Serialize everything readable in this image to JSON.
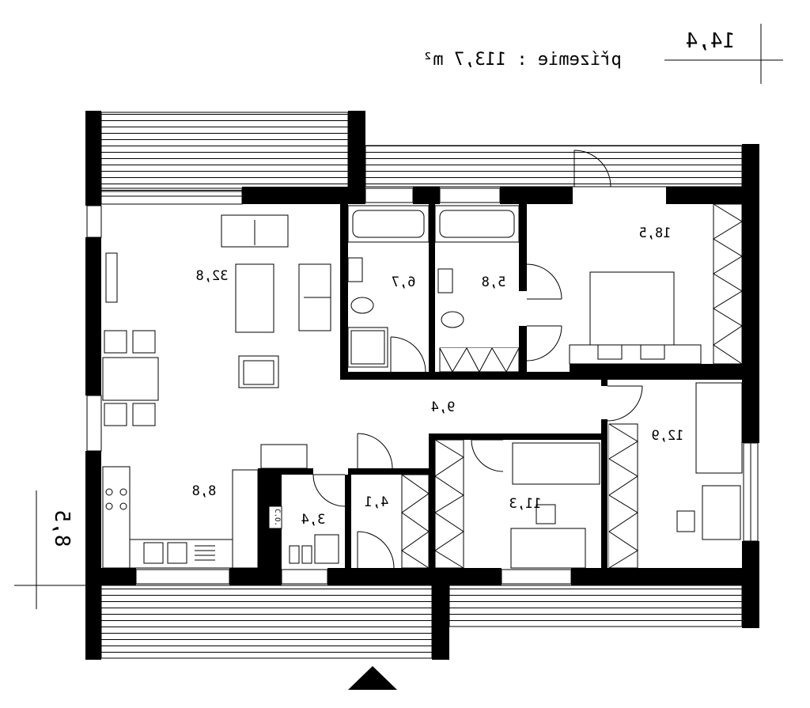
{
  "header": {
    "area_label": "přízemie : 113,7 m²"
  },
  "dimensions": {
    "width": "14,4",
    "depth": "8,5"
  },
  "rooms": [
    {
      "id": "living",
      "area": "32,8"
    },
    {
      "id": "kitchen",
      "area": "8,8"
    },
    {
      "id": "bath-1",
      "area": "6,7"
    },
    {
      "id": "bath-2",
      "area": "5,8"
    },
    {
      "id": "bedroom-master",
      "area": "18,5"
    },
    {
      "id": "hall",
      "area": "9,4"
    },
    {
      "id": "bedroom-right",
      "area": "12,9"
    },
    {
      "id": "room-mid",
      "area": "11,3"
    },
    {
      "id": "entry",
      "area": "4,1"
    },
    {
      "id": "utility",
      "area": "3,4"
    }
  ],
  "fixtures": {
    "boiler_label": "C.O."
  }
}
